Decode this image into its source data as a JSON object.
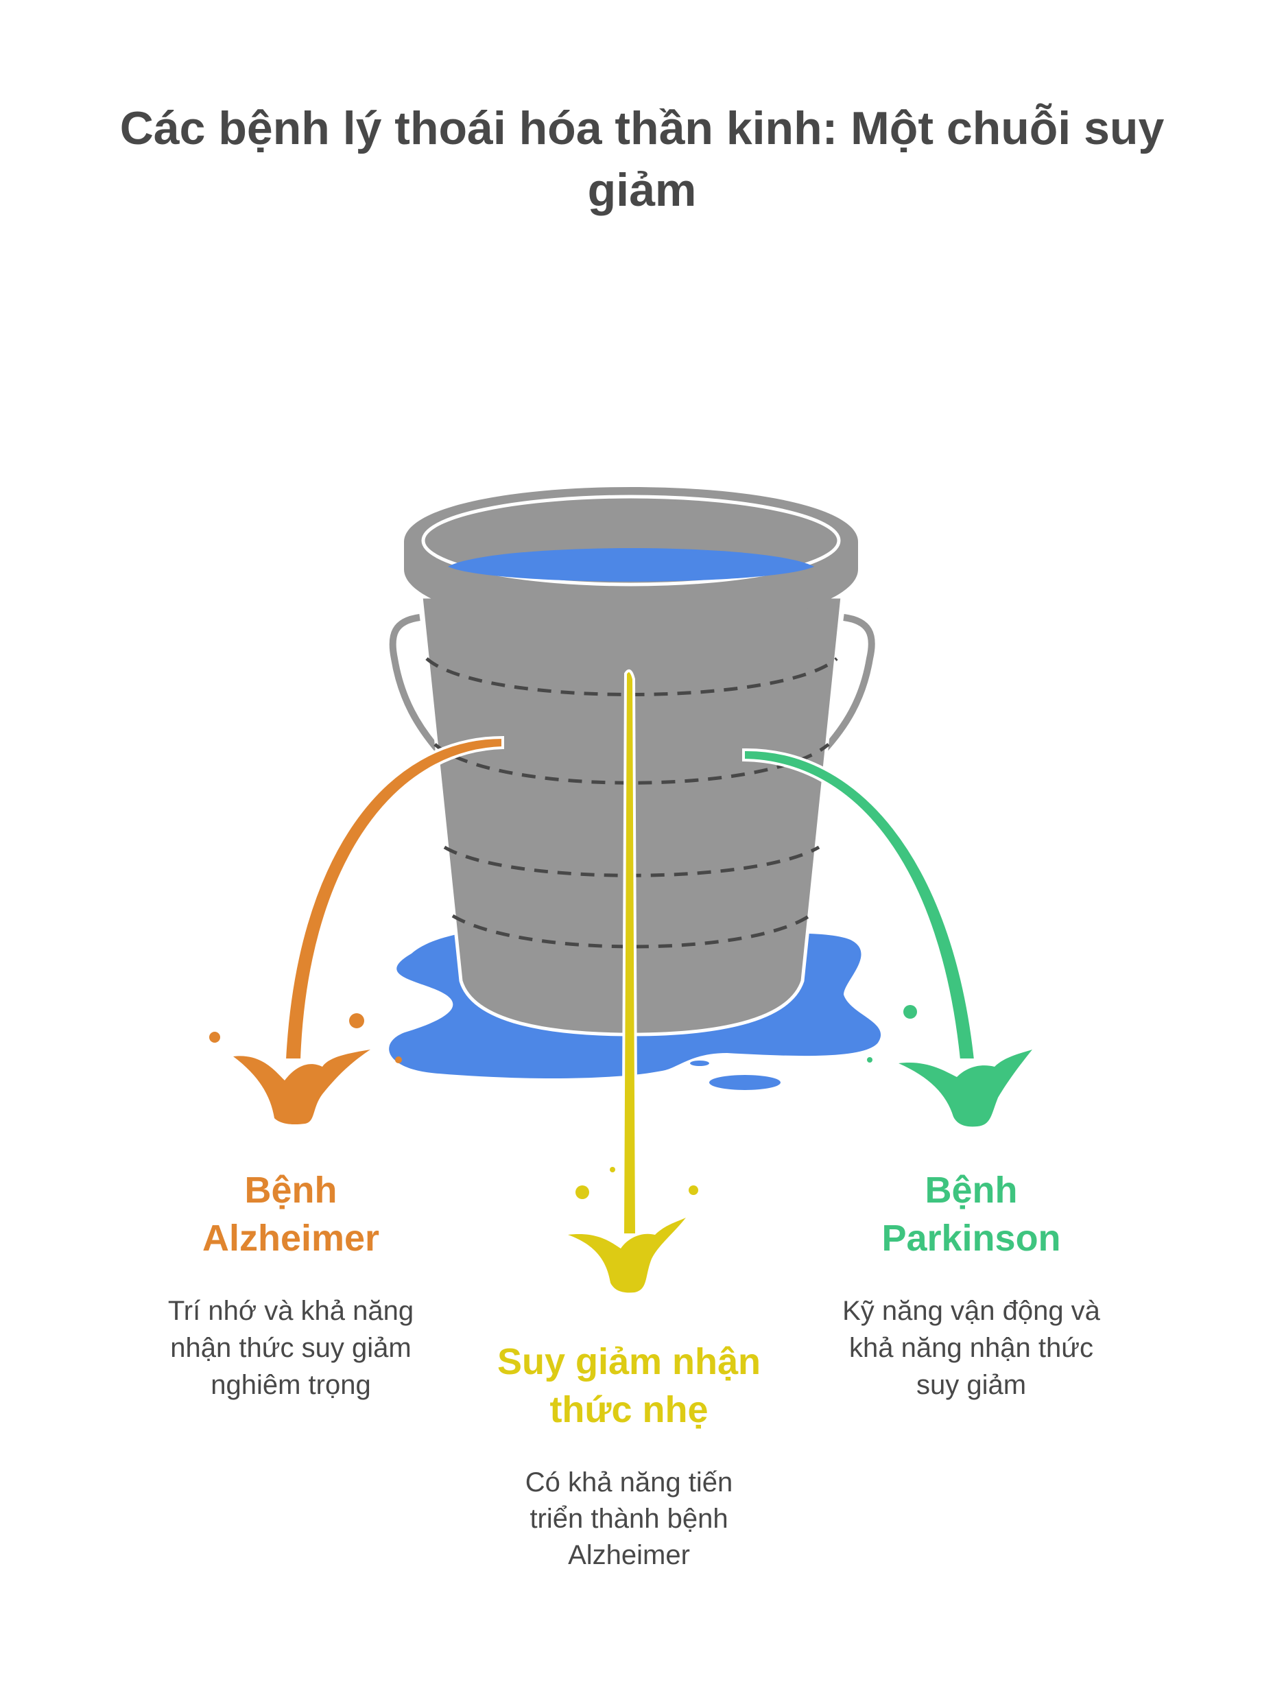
{
  "title": {
    "line1": "Các bệnh lý thoái hóa thần kinh: Một chuỗi suy",
    "line2": "giảm"
  },
  "items": [
    {
      "title1": "Bệnh",
      "title2": "Alzheimer",
      "desc1": "Trí nhớ và khả năng",
      "desc2": "nhận thức suy giảm",
      "desc3": "nghiêm trọng",
      "color": "#E0852F"
    },
    {
      "title1": "Suy giảm nhận",
      "title2": "thức nhẹ",
      "desc1": "Có khả năng tiến",
      "desc2": "triển thành bệnh",
      "desc3": "Alzheimer",
      "color": "#DDCB14"
    },
    {
      "title1": "Bệnh",
      "title2": "Parkinson",
      "desc1": "Kỹ năng vận động và",
      "desc2": "khả năng nhận thức",
      "desc3": "suy giảm",
      "color": "#3EC47F"
    }
  ],
  "colors": {
    "bucket": "#969696",
    "water": "#4D87E6",
    "text": "#484848"
  }
}
